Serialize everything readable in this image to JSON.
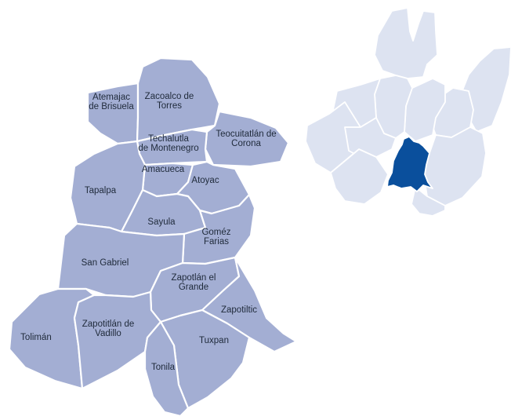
{
  "colors": {
    "municipality_fill": "#a3aed3",
    "region_fill": "#dde3f1",
    "region_highlight": "#0a4f9c",
    "border": "#ffffff",
    "label_text": "#1f2a3a"
  },
  "municipalities": [
    {
      "id": "atemajac",
      "lines": [
        "Atemajac",
        "de Brisuela"
      ]
    },
    {
      "id": "zacoalco",
      "lines": [
        "Zacoalco de",
        "Torres"
      ]
    },
    {
      "id": "techaluta",
      "lines": [
        "Techalutla",
        "de Montenegro"
      ]
    },
    {
      "id": "teocuitatlan",
      "lines": [
        "Teocuitatlán de",
        "Corona"
      ]
    },
    {
      "id": "amacueca",
      "lines": [
        "Amacueca"
      ]
    },
    {
      "id": "atoyac",
      "lines": [
        "Atoyac"
      ]
    },
    {
      "id": "tapalpa",
      "lines": [
        "Tapalpa"
      ]
    },
    {
      "id": "sayula",
      "lines": [
        "Sayula"
      ]
    },
    {
      "id": "gomez",
      "lines": [
        "Goméz",
        "Farias"
      ]
    },
    {
      "id": "sangabriel",
      "lines": [
        "San Gabriel"
      ]
    },
    {
      "id": "zapotlan",
      "lines": [
        "Zapotlán el",
        "Grande"
      ]
    },
    {
      "id": "zapotiltic",
      "lines": [
        "Zapotiltic"
      ]
    },
    {
      "id": "toliman",
      "lines": [
        "Tolimán"
      ]
    },
    {
      "id": "zapotitlan",
      "lines": [
        "Zapotitlán de",
        "Vadillo"
      ]
    },
    {
      "id": "tuxpan",
      "lines": [
        "Tuxpan"
      ]
    },
    {
      "id": "tonila",
      "lines": [
        "Tonila"
      ]
    }
  ],
  "state_map": {
    "highlighted_region": "sur"
  }
}
